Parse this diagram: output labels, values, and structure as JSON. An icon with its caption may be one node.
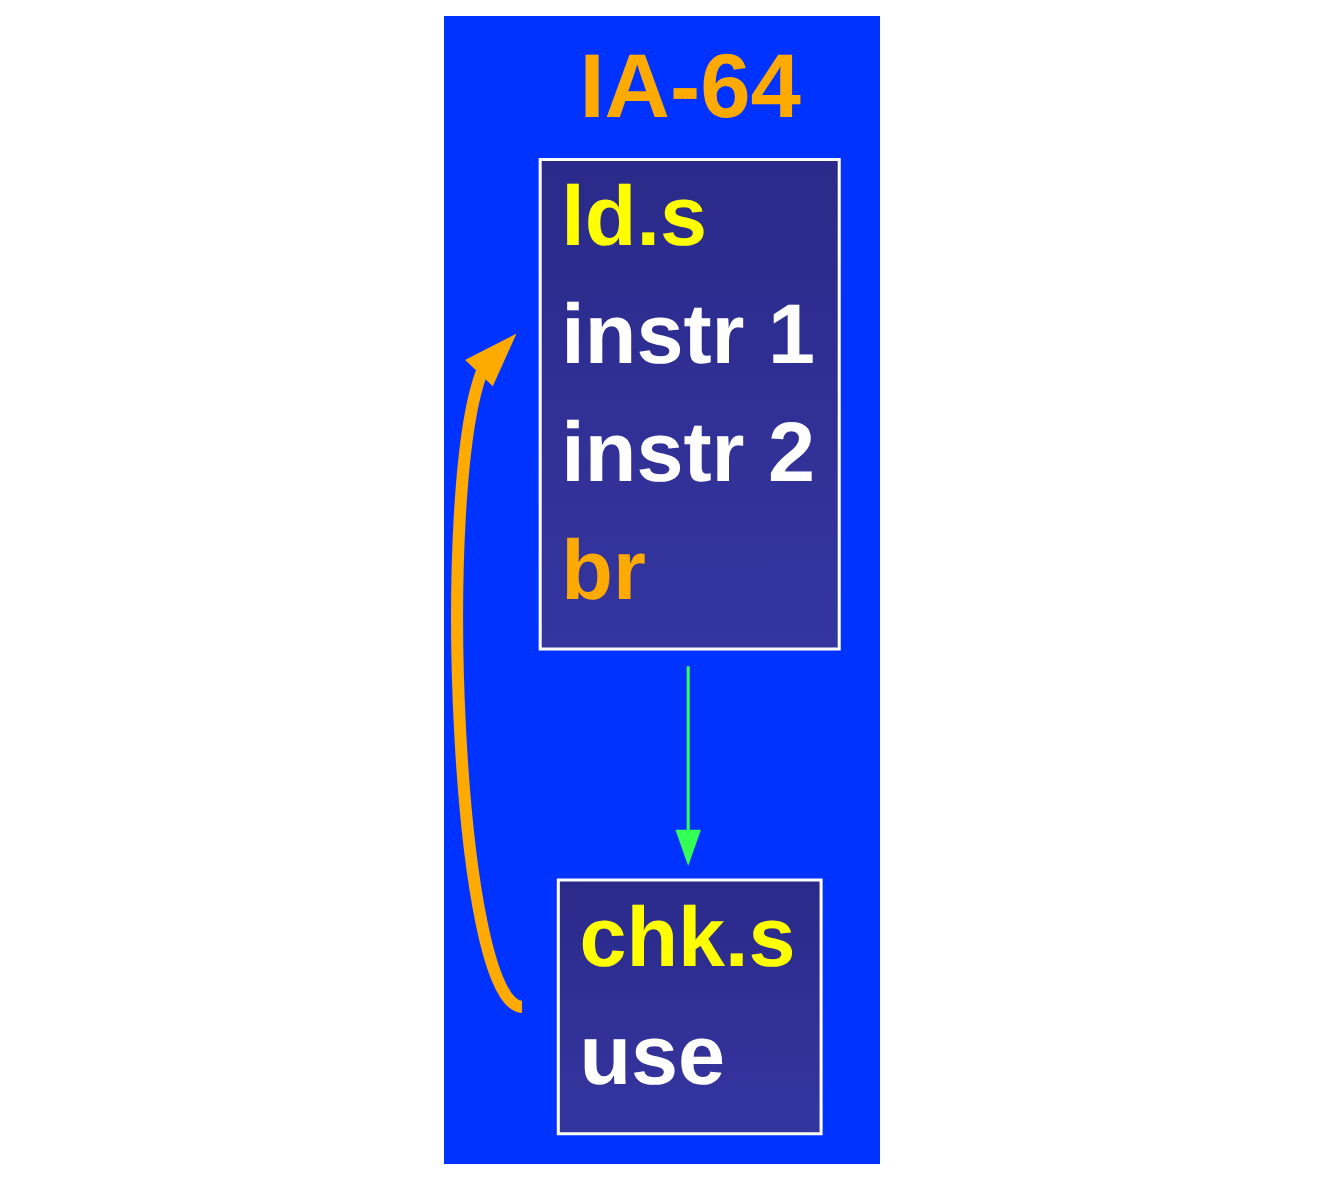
{
  "diagram": {
    "nodes": [
      {
        "text": [
          "IA-64",
          "ld.s",
          "instr 1",
          "instr 2",
          "br"
        ]
      },
      {
        "text": [
          "chk.s",
          "use"
        ]
      }
    ],
    "edges": [
      {
        "from": 0,
        "to": 1,
        "arrow": "to",
        "color": "#33ff55"
      },
      {
        "from": 1,
        "to": 0,
        "arrow": "to",
        "style": "thick",
        "color": "#ffaa00"
      }
    ]
  }
}
